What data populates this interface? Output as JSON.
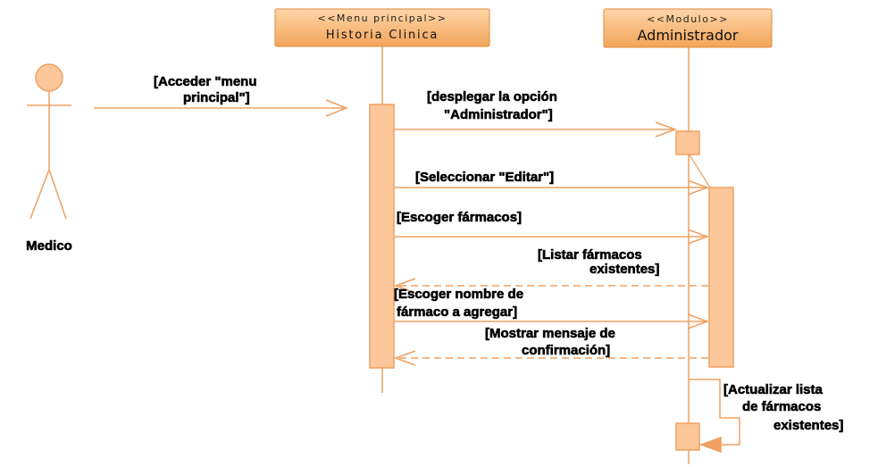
{
  "colors": {
    "line": "#f0a060",
    "box_top": "#ffd6a8",
    "box_bottom": "#f2a45a",
    "box_border": "#e08a3c",
    "activation": "#fcc79a",
    "text": "#000000"
  },
  "actor": {
    "name": "Medico"
  },
  "lifelines": [
    {
      "stereotype": "<<Menu principal>>",
      "name": "Historia Clinica"
    },
    {
      "stereotype": "<<Modulo>>",
      "name": "Administrador"
    }
  ],
  "messages": [
    {
      "lines": [
        "[Acceder \"menu",
        "principal\"]"
      ],
      "type": "sync",
      "from": "Medico",
      "to": "Historia Clinica"
    },
    {
      "lines": [
        "[desplegar la opción",
        "\"Administrador\"]"
      ],
      "type": "sync",
      "from": "Historia Clinica",
      "to": "Administrador"
    },
    {
      "lines": [
        "[Seleccionar \"Editar\"]"
      ],
      "type": "sync",
      "from": "Historia Clinica",
      "to": "Administrador"
    },
    {
      "lines": [
        "[Escoger fármacos]"
      ],
      "type": "sync",
      "from": "Historia Clinica",
      "to": "Administrador"
    },
    {
      "lines": [
        "[Listar fármacos",
        "existentes]"
      ],
      "type": "return",
      "from": "Administrador",
      "to": "Historia Clinica"
    },
    {
      "lines": [
        "[Escoger nombre de",
        "fármaco a agregar]"
      ],
      "type": "sync",
      "from": "Historia Clinica",
      "to": "Administrador"
    },
    {
      "lines": [
        "[Mostrar mensaje de",
        "confirmación]"
      ],
      "type": "return",
      "from": "Administrador",
      "to": "Historia Clinica"
    },
    {
      "lines": [
        "[Actualizar lista",
        "de fármacos",
        "existentes]"
      ],
      "type": "self",
      "from": "Administrador",
      "to": "Administrador"
    }
  ]
}
